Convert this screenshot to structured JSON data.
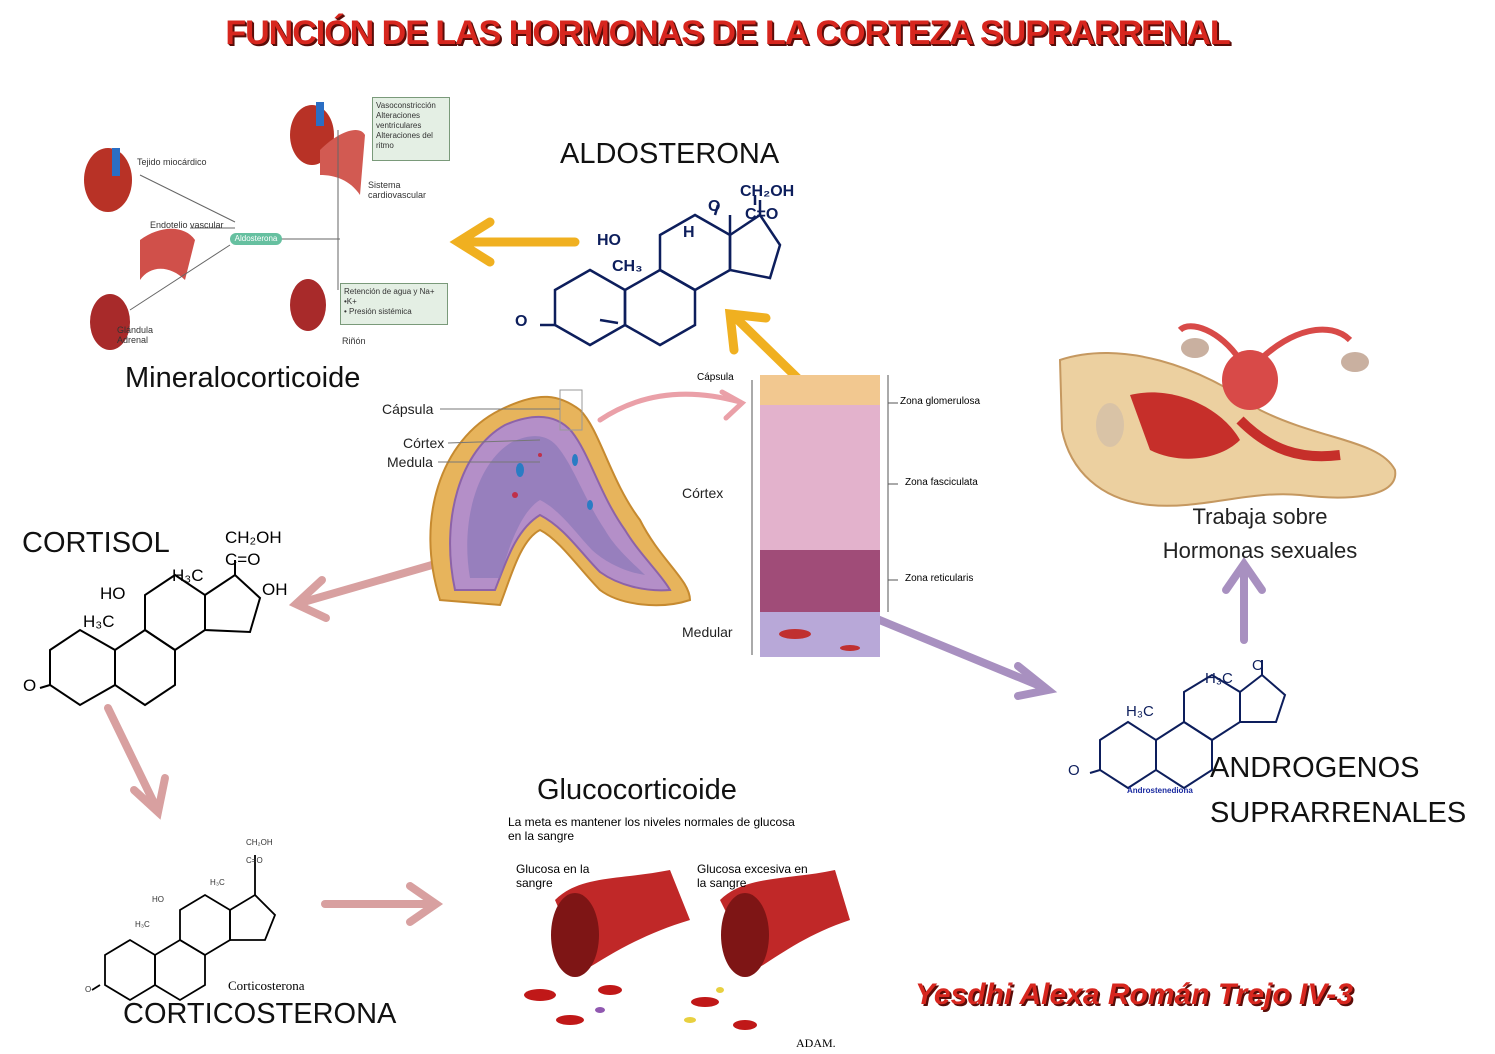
{
  "title": "FUNCIÓN DE LAS HORMONAS DE LA CORTEZA SUPRARRENAL",
  "aldosterona": "ALDOSTERONA",
  "mineralocorticoide": "Mineralocorticoide",
  "cortisol": "CORTISOL",
  "corticosterona": "CORTICOSTERONA",
  "corticosterona_small": "Corticosterona",
  "glucocorticoide": "Glucocorticoide",
  "gluco_goal": "La meta es mantener los niveles normales de glucosa en la sangre",
  "glucosa_sangre": "Glucosa en la sangre",
  "glucosa_excesiva": "Glucosa excesiva en la sangre",
  "adam": "ADAM.",
  "androgenos_1": "ANDROGENOS",
  "androgenos_2": "SUPRARRENALES",
  "androstenediona": "Androstenediona",
  "trabaja_1": "Trabaja sobre",
  "trabaja_2": "Hormonas sexuales",
  "author": "Yesdhi Alexa  Román Trejo IV-3",
  "gland_labels": {
    "capsula": "Cápsula",
    "cortex": "Córtex",
    "medula": "Medula"
  },
  "section_labels": {
    "capsula": "Cápsula",
    "cortex": "Córtex",
    "medular": "Medular",
    "zona_glomerulosa": "Zona glomerulosa",
    "zona_fasciculata": "Zona fasciculata",
    "zona_reticularis": "Zona reticularis"
  },
  "mineral_diagram": {
    "tejido": "Tejido miocárdico",
    "endotelio": "Endotelio vascular",
    "glandula": "Glándula Adrenal",
    "aldosterona_pill": "Aldosterona",
    "sistema": "Sistema cardiovascular",
    "rinon": "Riñón",
    "box_top": [
      "Vasoconstricción",
      "Alteraciones ventriculares",
      "Alteraciones del ritmo"
    ],
    "box_bottom": [
      "Retención de agua y Na+",
      "•K+",
      "• Presión sistémica"
    ]
  },
  "chem": {
    "ho": "HO",
    "oh": "OH",
    "o": "O",
    "h": "H",
    "ch3": "CH₃",
    "h3c": "H₃C",
    "ch2oh": "CH₂OH",
    "c_eq_o": "C=O"
  },
  "colors": {
    "title": "#d7261e",
    "arrow_gold": "#f0b020",
    "arrow_pink": "#d8a0a0",
    "arrow_purple": "#a890c0",
    "struct": "#0d1e5c"
  }
}
